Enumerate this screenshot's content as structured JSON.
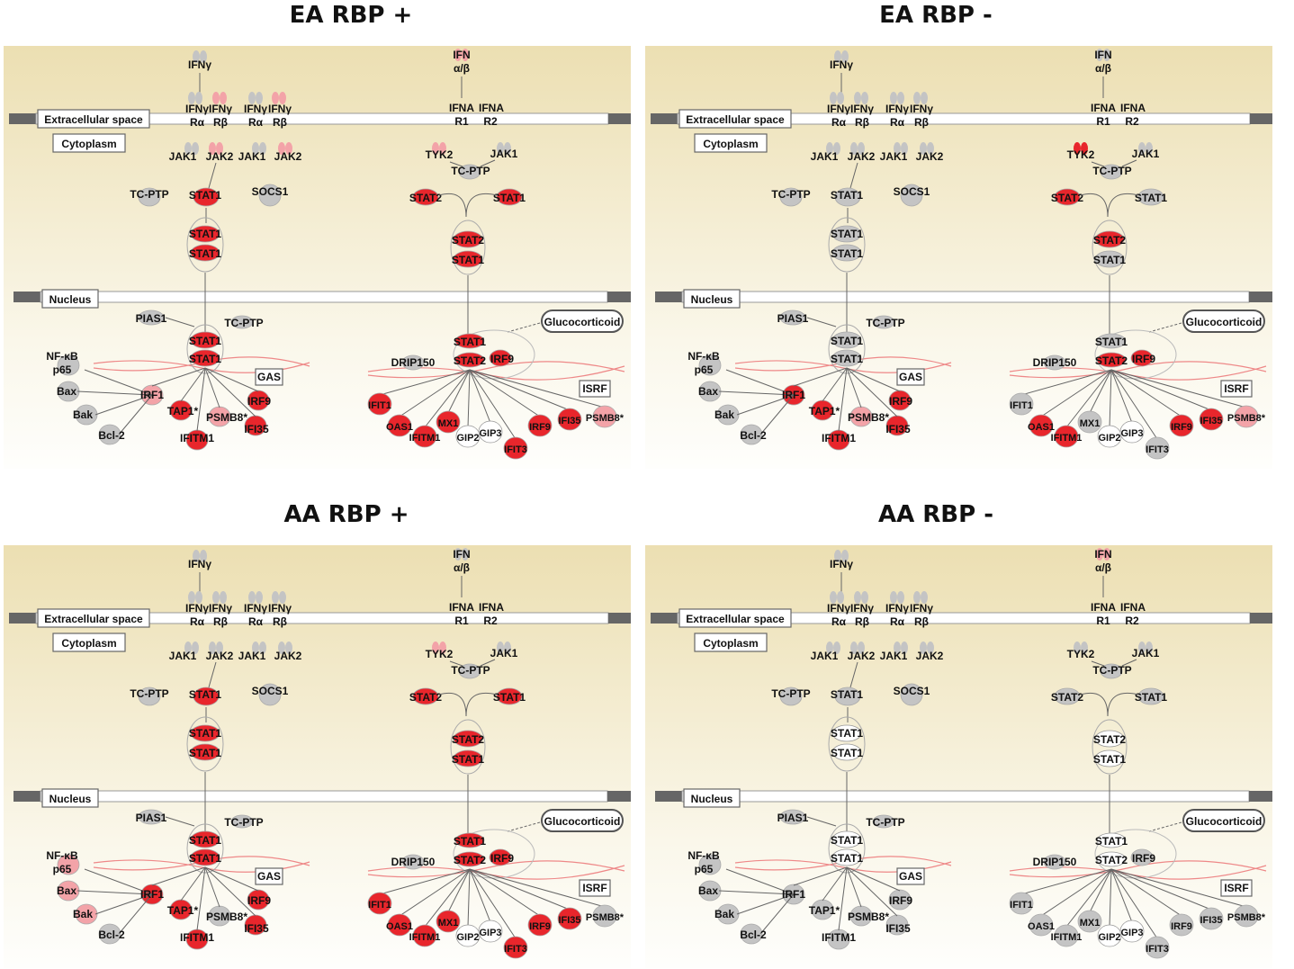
{
  "panels": [
    {
      "title": "EA RBP +",
      "colors": {
        "IFNg": "g",
        "IFNgRa": "g",
        "IFNgRb": "p",
        "IFNgRa2": "g",
        "IFNgRb2": "p",
        "JAK1a": "g",
        "JAK2a": "p",
        "JAK1b": "g",
        "JAK2b": "p",
        "TCPTP1": "g",
        "STAT1c": "r",
        "SOCS1": "g",
        "STAT1d1": "r",
        "STAT1d2": "r",
        "IFNab": "p",
        "IFNAR1": "g",
        "IFNAR2": "g",
        "TYK2": "p",
        "JAK1c": "g",
        "TCPTP2": "g",
        "STAT2c": "r",
        "STAT1e": "r",
        "STAT2d": "r",
        "STAT1f": "r",
        "PIAS1": "g",
        "TCPTP3": "g",
        "STAT1n1": "r",
        "STAT1n2": "r",
        "NFkB": "g",
        "Bax": "g",
        "Bak": "g",
        "Bcl2": "g",
        "IRF1": "p",
        "TAP1": "r",
        "PSMB8a": "p",
        "IFITM1a": "r",
        "IRF9a": "r",
        "IFI35a": "r",
        "STAT1i": "r",
        "STAT2i": "r",
        "IRF9i": "r",
        "DRIP150": "g",
        "IFIT1": "r",
        "OAS1": "r",
        "MX1": "r",
        "IFITM1b": "r",
        "GIP2": "w",
        "GIP3": "w",
        "IFIT3": "r",
        "IRF9b": "r",
        "IFI35b": "r",
        "PSMB8b": "p"
      }
    },
    {
      "title": "EA RBP -",
      "colors": {
        "IFNg": "g",
        "IFNgRa": "g",
        "IFNgRb": "g",
        "IFNgRa2": "g",
        "IFNgRb2": "g",
        "JAK1a": "g",
        "JAK2a": "g",
        "JAK1b": "g",
        "JAK2b": "g",
        "TCPTP1": "g",
        "STAT1c": "g",
        "SOCS1": "g",
        "STAT1d1": "g",
        "STAT1d2": "g",
        "IFNab": "g",
        "IFNAR1": "g",
        "IFNAR2": "g",
        "TYK2": "r",
        "JAK1c": "g",
        "TCPTP2": "g",
        "STAT2c": "r",
        "STAT1e": "g",
        "STAT2d": "r",
        "STAT1f": "g",
        "PIAS1": "g",
        "TCPTP3": "g",
        "STAT1n1": "g",
        "STAT1n2": "g",
        "NFkB": "g",
        "Bax": "g",
        "Bak": "g",
        "Bcl2": "g",
        "IRF1": "r",
        "TAP1": "r",
        "PSMB8a": "p",
        "IFITM1a": "r",
        "IRF9a": "r",
        "IFI35a": "r",
        "STAT1i": "g",
        "STAT2i": "r",
        "IRF9i": "r",
        "DRIP150": "g",
        "IFIT1": "g",
        "OAS1": "r",
        "MX1": "g",
        "IFITM1b": "r",
        "GIP2": "w",
        "GIP3": "w",
        "IFIT3": "g",
        "IRF9b": "r",
        "IFI35b": "r",
        "PSMB8b": "p"
      }
    },
    {
      "title": "AA RBP +",
      "colors": {
        "IFNg": "g",
        "IFNgRa": "g",
        "IFNgRb": "g",
        "IFNgRa2": "g",
        "IFNgRb2": "g",
        "JAK1a": "g",
        "JAK2a": "g",
        "JAK1b": "g",
        "JAK2b": "g",
        "TCPTP1": "g",
        "STAT1c": "r",
        "SOCS1": "g",
        "STAT1d1": "r",
        "STAT1d2": "r",
        "IFNab": "g",
        "IFNAR1": "g",
        "IFNAR2": "g",
        "TYK2": "p",
        "JAK1c": "g",
        "TCPTP2": "g",
        "STAT2c": "r",
        "STAT1e": "r",
        "STAT2d": "r",
        "STAT1f": "r",
        "PIAS1": "g",
        "TCPTP3": "g",
        "STAT1n1": "r",
        "STAT1n2": "r",
        "NFkB": "p",
        "Bax": "p",
        "Bak": "p",
        "Bcl2": "g",
        "IRF1": "r",
        "TAP1": "r",
        "PSMB8a": "g",
        "IFITM1a": "r",
        "IRF9a": "r",
        "IFI35a": "r",
        "STAT1i": "r",
        "STAT2i": "r",
        "IRF9i": "r",
        "DRIP150": "g",
        "IFIT1": "r",
        "OAS1": "r",
        "MX1": "r",
        "IFITM1b": "r",
        "GIP2": "w",
        "GIP3": "w",
        "IFIT3": "r",
        "IRF9b": "r",
        "IFI35b": "r",
        "PSMB8b": "g"
      }
    },
    {
      "title": "AA RBP -",
      "colors": {
        "IFNg": "g",
        "IFNgRa": "g",
        "IFNgRb": "g",
        "IFNgRa2": "g",
        "IFNgRb2": "g",
        "JAK1a": "g",
        "JAK2a": "g",
        "JAK1b": "g",
        "JAK2b": "g",
        "TCPTP1": "g",
        "STAT1c": "g",
        "SOCS1": "g",
        "STAT1d1": "w",
        "STAT1d2": "w",
        "IFNab": "p",
        "IFNAR1": "g",
        "IFNAR2": "g",
        "TYK2": "g",
        "JAK1c": "g",
        "TCPTP2": "g",
        "STAT2c": "g",
        "STAT1e": "g",
        "STAT2d": "w",
        "STAT1f": "w",
        "PIAS1": "g",
        "TCPTP3": "g",
        "STAT1n1": "w",
        "STAT1n2": "w",
        "NFkB": "g",
        "Bax": "g",
        "Bak": "g",
        "Bcl2": "g",
        "IRF1": "g",
        "TAP1": "g",
        "PSMB8a": "g",
        "IFITM1a": "g",
        "IRF9a": "g",
        "IFI35a": "g",
        "STAT1i": "w",
        "STAT2i": "w",
        "IRF9i": "g",
        "DRIP150": "g",
        "IFIT1": "g",
        "OAS1": "g",
        "MX1": "g",
        "IFITM1b": "g",
        "GIP2": "w",
        "GIP3": "w",
        "IFIT3": "g",
        "IRF9b": "g",
        "IFI35b": "g",
        "PSMB8b": "g"
      }
    }
  ],
  "palette": {
    "r": "#e8262c",
    "p": "#f3a3a8",
    "g": "#c4c4c4",
    "w": "#ffffff"
  },
  "labels": {
    "extracellular": "Extracellular space",
    "cytoplasm": "Cytoplasm",
    "nucleus": "Nucleus",
    "gas": "GAS",
    "isrf": "ISRF",
    "glucocorticoid": "Glucocorticoid",
    "IFNg": "IFNγ",
    "IFNgR_top": "IFNγ",
    "IFNgRa": "Rα",
    "IFNgRb": "Rβ",
    "IFNab_top": "IFN",
    "IFNab_bot": "α/β",
    "IFNA": "IFNA",
    "R1": "R1",
    "R2": "R2",
    "JAK1": "JAK1",
    "JAK2": "JAK2",
    "TYK2": "TYK2",
    "TCPTP": "TC-PTP",
    "STAT1": "STAT1",
    "STAT2": "STAT2",
    "SOCS1": "SOCS1",
    "PIAS1": "PIAS1",
    "NFkB_top": "NF-κB",
    "NFkB_bot": "p65",
    "Bax": "Bax",
    "Bak": "Bak",
    "Bcl2": "Bcl-2",
    "IRF1": "IRF1",
    "TAP1": "TAP1*",
    "PSMB8": "PSMB8*",
    "IFITM1": "IFITM1",
    "IRF9": "IRF9",
    "IFI35": "IFI35",
    "DRIP150": "DRIP150",
    "IFIT1": "IFIT1",
    "OAS1": "OAS1",
    "MX1": "MX1",
    "GIP2": "GIP2",
    "GIP3": "GIP3",
    "IFIT3": "IFIT3"
  }
}
